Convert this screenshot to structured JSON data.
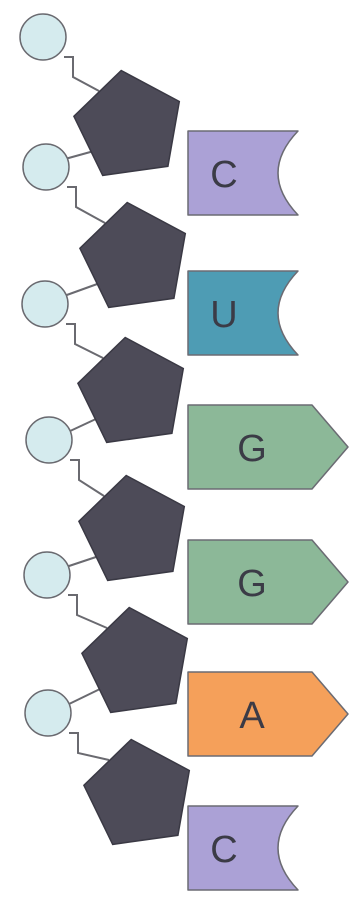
{
  "diagram": {
    "nucleotides": [
      {
        "base": "C",
        "type": "pyrimidine",
        "color": "#aba1d6"
      },
      {
        "base": "U",
        "type": "pyrimidine",
        "color": "#4e9cb4"
      },
      {
        "base": "G",
        "type": "purine",
        "color": "#8cb898"
      },
      {
        "base": "G",
        "type": "purine",
        "color": "#8cb898"
      },
      {
        "base": "A",
        "type": "purine",
        "color": "#f5a05a"
      },
      {
        "base": "C",
        "type": "pyrimidine",
        "color": "#aba1d6"
      }
    ],
    "colors": {
      "sugar": "#4d4b58",
      "phosphate": "#d5ebee",
      "outline": "#6a6a70",
      "backbone": "#6a6a70"
    },
    "icons": {
      "sugar": "pentagon-icon",
      "phosphate": "circle-icon",
      "pyrimidine": "notched-flag-icon",
      "purine": "arrow-tab-icon"
    }
  }
}
